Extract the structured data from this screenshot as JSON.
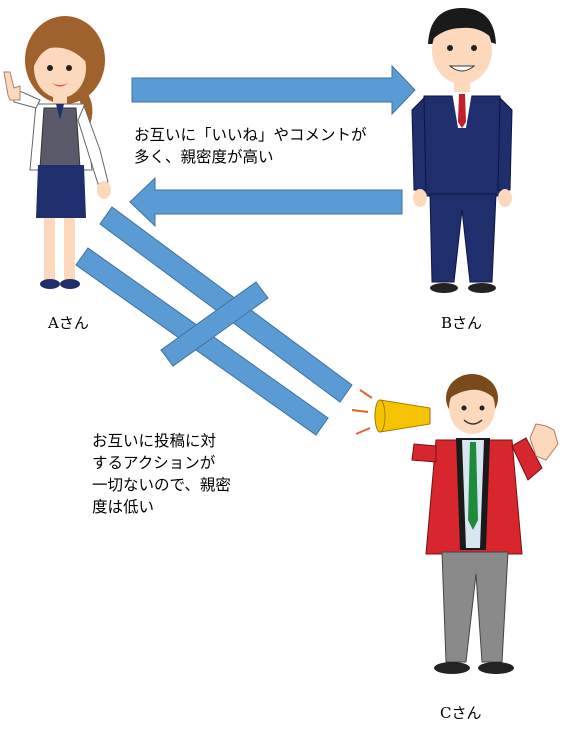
{
  "people": {
    "a": {
      "label": "Aさん"
    },
    "b": {
      "label": "Bさん"
    },
    "c": {
      "label": "Cさん"
    }
  },
  "captions": {
    "ab": "お互いに「いいね」やコメントが\n多く、親密度が高い",
    "ac": "お互いに投稿に対\nするアクションが\n一切ないので、親密\n度は低い"
  },
  "colors": {
    "arrow_fill": "#5b9bd5",
    "arrow_stroke": "#41719c",
    "suit": "#1f2f6e",
    "happi": "#d7262e",
    "tie_green": "#1f8a3b",
    "megaphone": "#f5c400"
  }
}
